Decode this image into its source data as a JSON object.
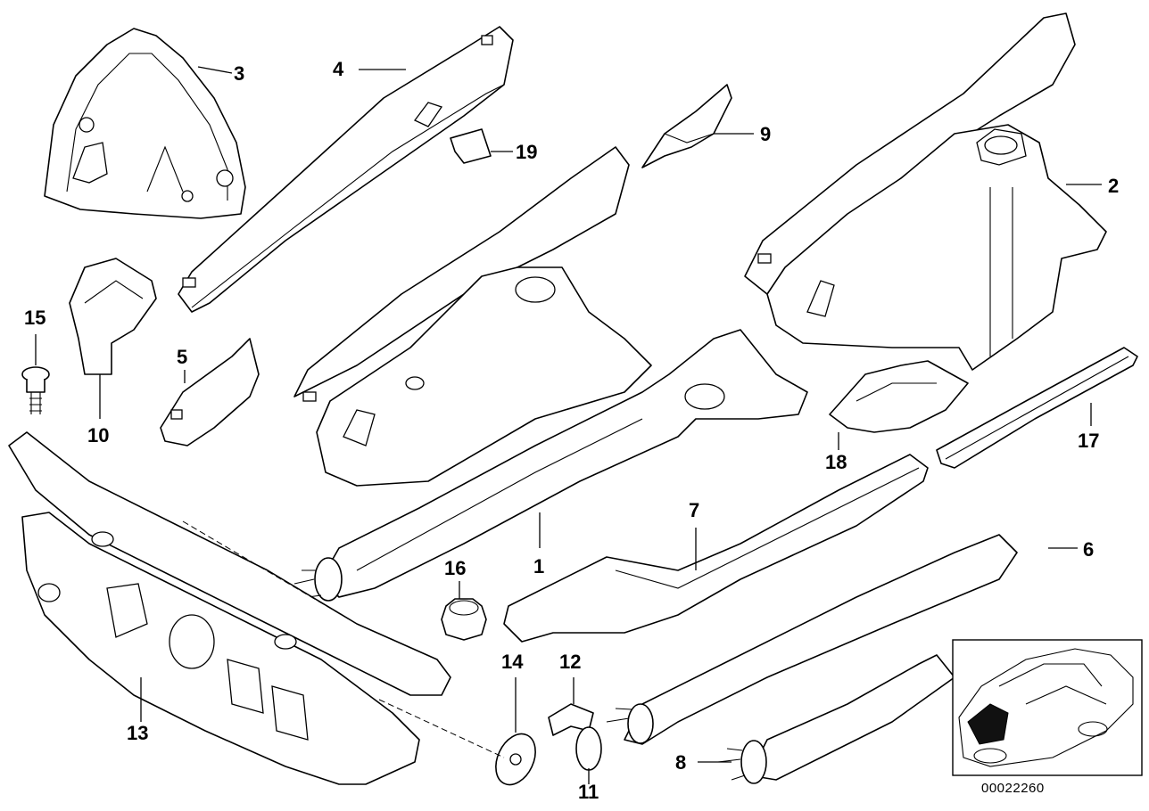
{
  "callouts": {
    "c1": "1",
    "c2": "2",
    "c3": "3",
    "c4": "4",
    "c5": "5",
    "c6": "6",
    "c7": "7",
    "c8": "8",
    "c9": "9",
    "c10": "10",
    "c11": "11",
    "c12": "12",
    "c13": "13",
    "c14": "14",
    "c15": "15",
    "c16": "16",
    "c17": "17",
    "c18": "18",
    "c19": "19"
  },
  "reference_number": "00022260",
  "colors": {
    "line": "#000000",
    "background": "#ffffff"
  }
}
